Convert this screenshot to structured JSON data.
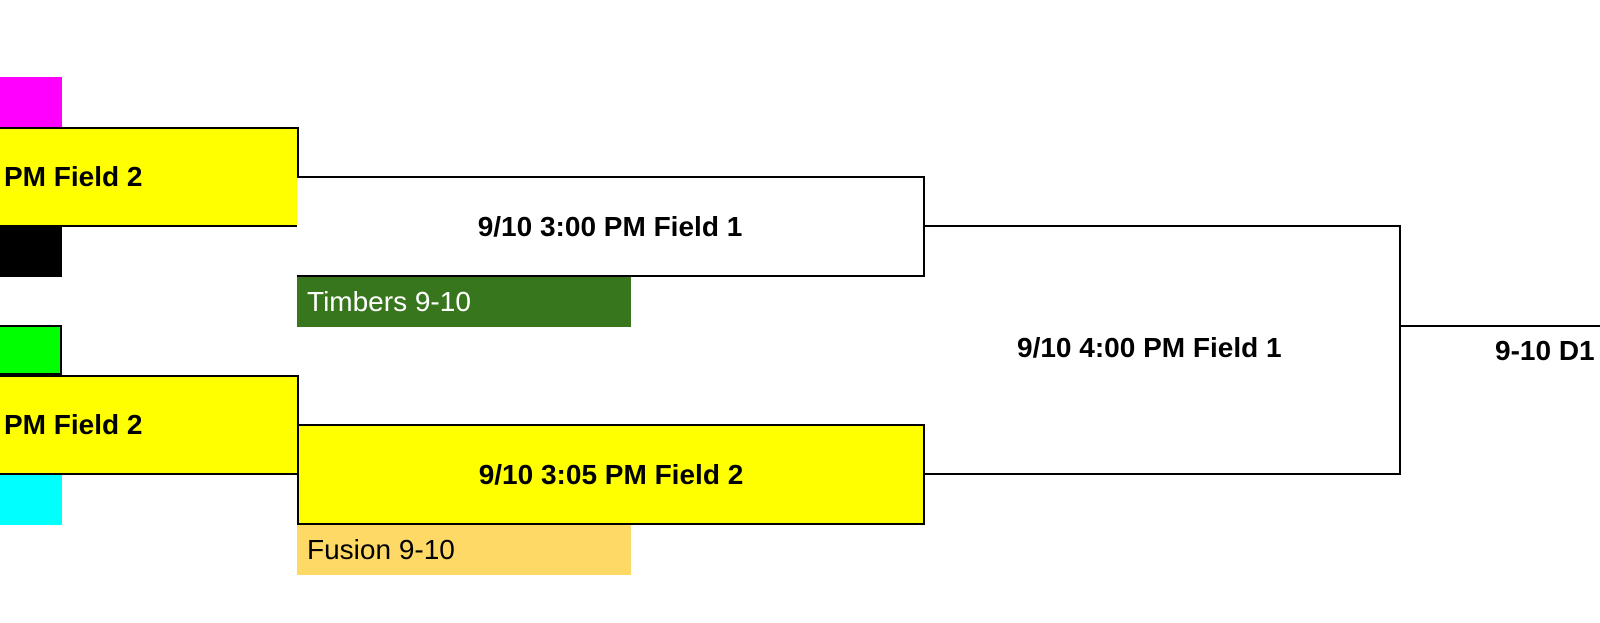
{
  "colors": {
    "magenta": "#ff00ff",
    "black": "#000000",
    "green": "#00ff00",
    "cyan": "#00ffff",
    "yellow": "#ffff00",
    "timbers_green": "#38761d",
    "fusion_orange": "#ffd966",
    "white": "#ffffff"
  },
  "round1": {
    "game_top": "PM Field 2",
    "game_bottom": "PM Field 2"
  },
  "round2": {
    "game_top": "9/10 3:00 PM Field 1",
    "game_bottom": "9/10 3:05 PM Field 2",
    "team_top": "Timbers 9-10",
    "team_bottom": "Fusion 9-10"
  },
  "round3": {
    "game": "9/10 4:00 PM Field 1"
  },
  "final": {
    "label": "9-10 D1"
  }
}
